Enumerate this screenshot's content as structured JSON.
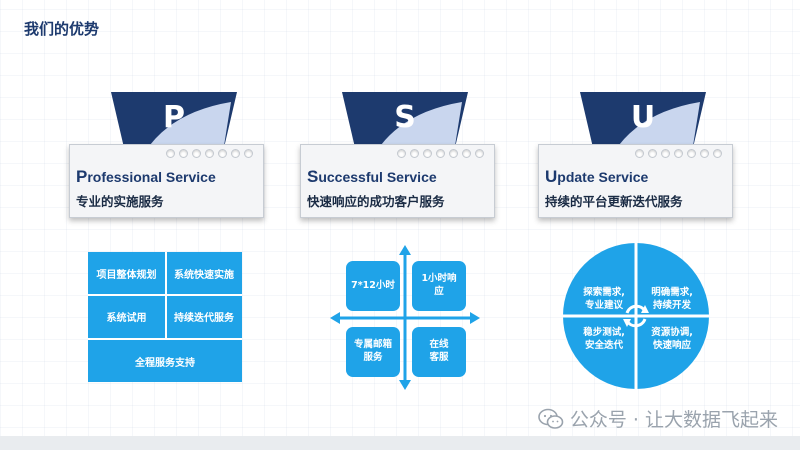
{
  "page_title": "我们的优势",
  "colors": {
    "navy": "#1d3a6e",
    "light_blue": "#c9d6ee",
    "accent": "#1fa3e8"
  },
  "cards": [
    {
      "letter": "P",
      "en_first": "P",
      "en_rest": "rofessional Service",
      "cn": "专业的实施服务"
    },
    {
      "letter": "S",
      "en_first": "S",
      "en_rest": "uccessful Service",
      "cn": "快速响应的成功客户服务"
    },
    {
      "letter": "U",
      "en_first": "U",
      "en_rest": "pdate Service",
      "cn": "持续的平台更新迭代服务"
    }
  ],
  "grid": {
    "top_left": "项目整体规划",
    "top_right": "系统快速实施",
    "mid_left": "系统试用",
    "mid_right": "持续迭代服务",
    "bottom": "全程服务支持"
  },
  "cross": {
    "top_left": "7*12小时",
    "top_right_1": "1小时响",
    "top_right_2": "应",
    "bottom_left_1": "专属邮箱",
    "bottom_left_2": "服务",
    "bottom_right_1": "在线",
    "bottom_right_2": "客服"
  },
  "circle": {
    "q1_line1": "探索需求,",
    "q1_line2": "专业建议",
    "q2_line1": "明确需求,",
    "q2_line2": "持续开发",
    "q3_line1": "稳步测试,",
    "q3_line2": "安全迭代",
    "q4_line1": "资源协调,",
    "q4_line2": "快速响应"
  },
  "watermark": "公众号 · 让大数据飞起来"
}
